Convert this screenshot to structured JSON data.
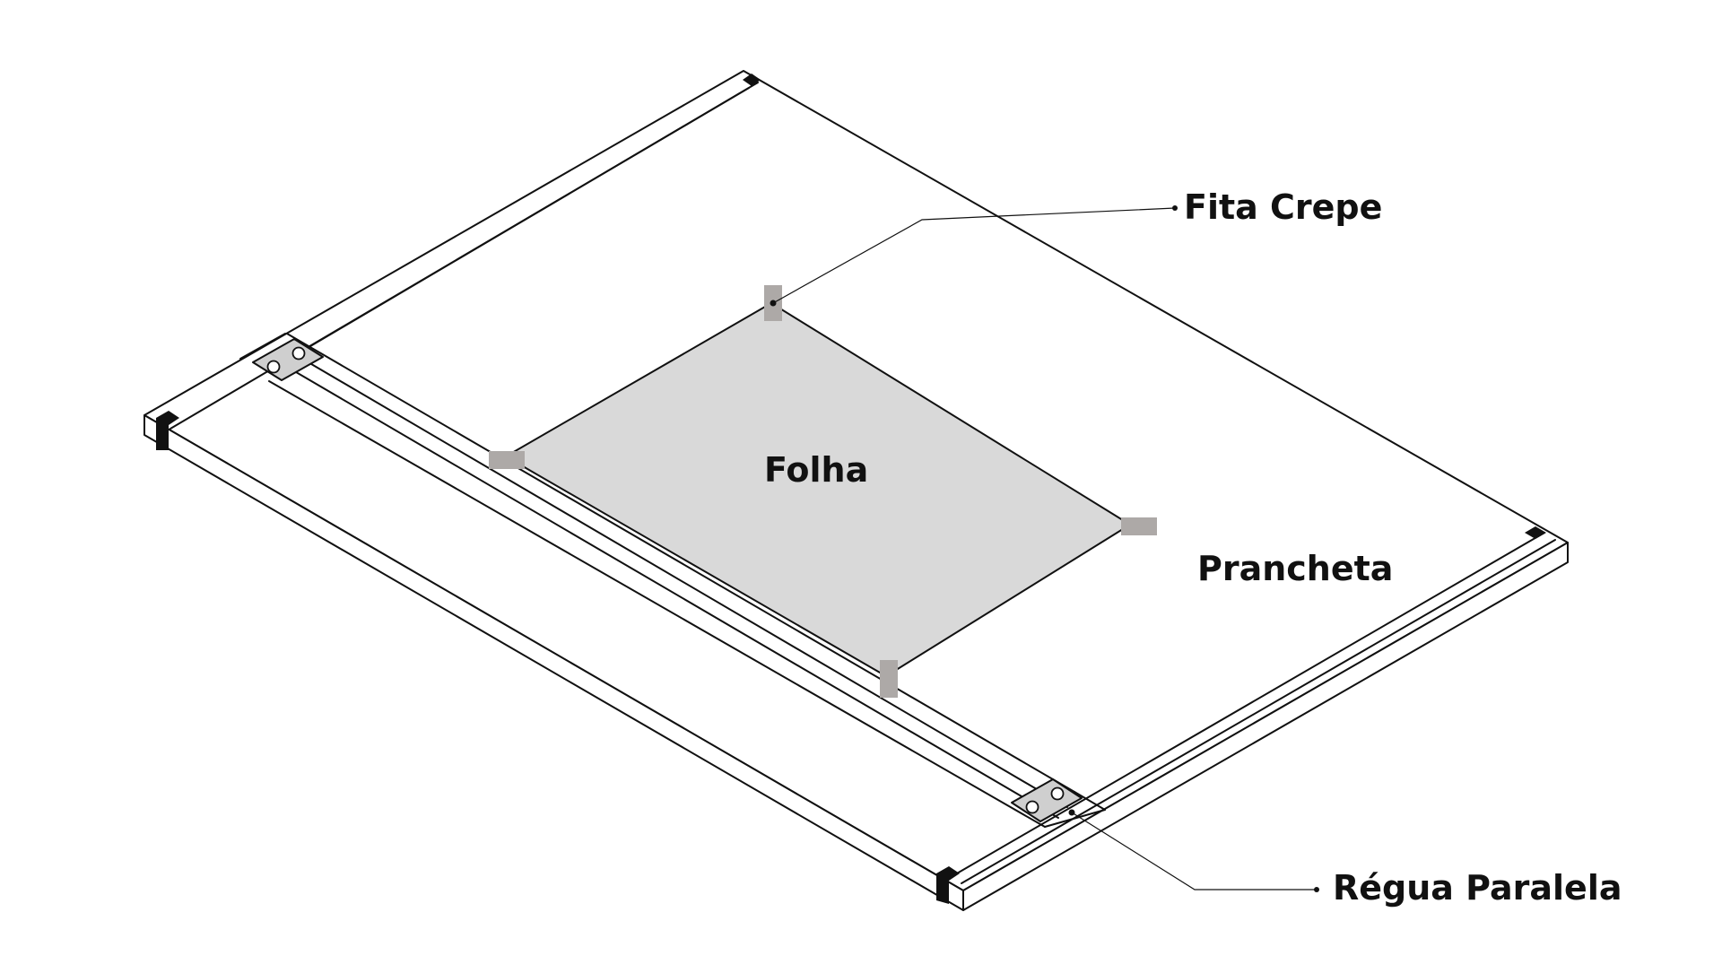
{
  "labels": {
    "folha": "Folha",
    "prancheta": "Prancheta",
    "fita_crepe": "Fita Crepe",
    "regua_paralela": "Régua Paralela"
  },
  "colors": {
    "line": "#111111",
    "sheet_fill": "#d9d9d9",
    "tape_fill": "#ada9a7",
    "bracket_fill": "#cfcfcf",
    "clip_fill": "#111111",
    "background": "#ffffff",
    "text": "#111111"
  }
}
